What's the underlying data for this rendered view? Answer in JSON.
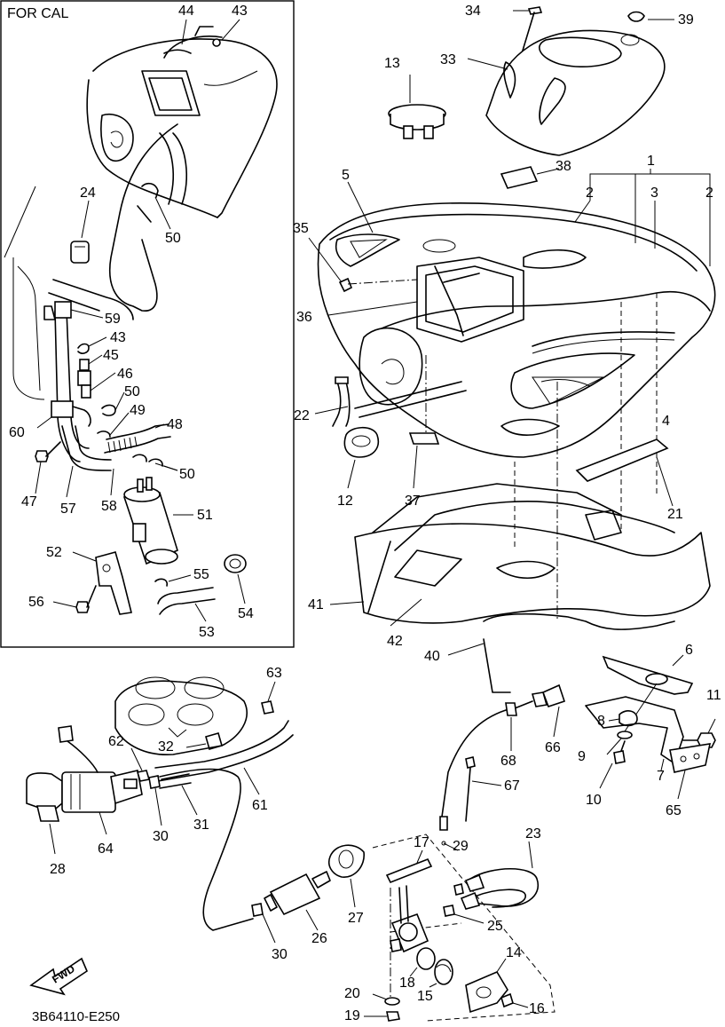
{
  "inset": {
    "title": "FOR CAL"
  },
  "diagram_code": "3B64110-E250",
  "fwd_label": "FWD",
  "callouts": {
    "c1": "1",
    "c2a": "2",
    "c2b": "2",
    "c3": "3",
    "c4": "4",
    "c5": "5",
    "c6": "6",
    "c7": "7",
    "c8": "8",
    "c9": "9",
    "c10": "10",
    "c11": "11",
    "c12": "12",
    "c13": "13",
    "c14": "14",
    "c15": "15",
    "c16": "16",
    "c17": "17",
    "c18": "18",
    "c19": "19",
    "c20": "20",
    "c21": "21",
    "c22": "22",
    "c23": "23",
    "c24": "24",
    "c25": "25",
    "c26": "26",
    "c27": "27",
    "c28": "28",
    "c29": "29",
    "c30a": "30",
    "c30b": "30",
    "c31": "31",
    "c32": "32",
    "c33": "33",
    "c34": "34",
    "c35": "35",
    "c36": "36",
    "c37": "37",
    "c38": "38",
    "c39": "39",
    "c40": "40",
    "c41": "41",
    "c42": "42",
    "c43a": "43",
    "c43b": "43",
    "c44": "44",
    "c45": "45",
    "c46": "46",
    "c47": "47",
    "c48": "48",
    "c49": "49",
    "c50a": "50",
    "c50b": "50",
    "c50c": "50",
    "c51": "51",
    "c52": "52",
    "c53": "53",
    "c54": "54",
    "c55": "55",
    "c56": "56",
    "c57": "57",
    "c58": "58",
    "c59": "59",
    "c60": "60",
    "c61": "61",
    "c62": "62",
    "c63": "63",
    "c64": "64",
    "c65": "65",
    "c66": "66",
    "c67": "67",
    "c68": "68"
  }
}
